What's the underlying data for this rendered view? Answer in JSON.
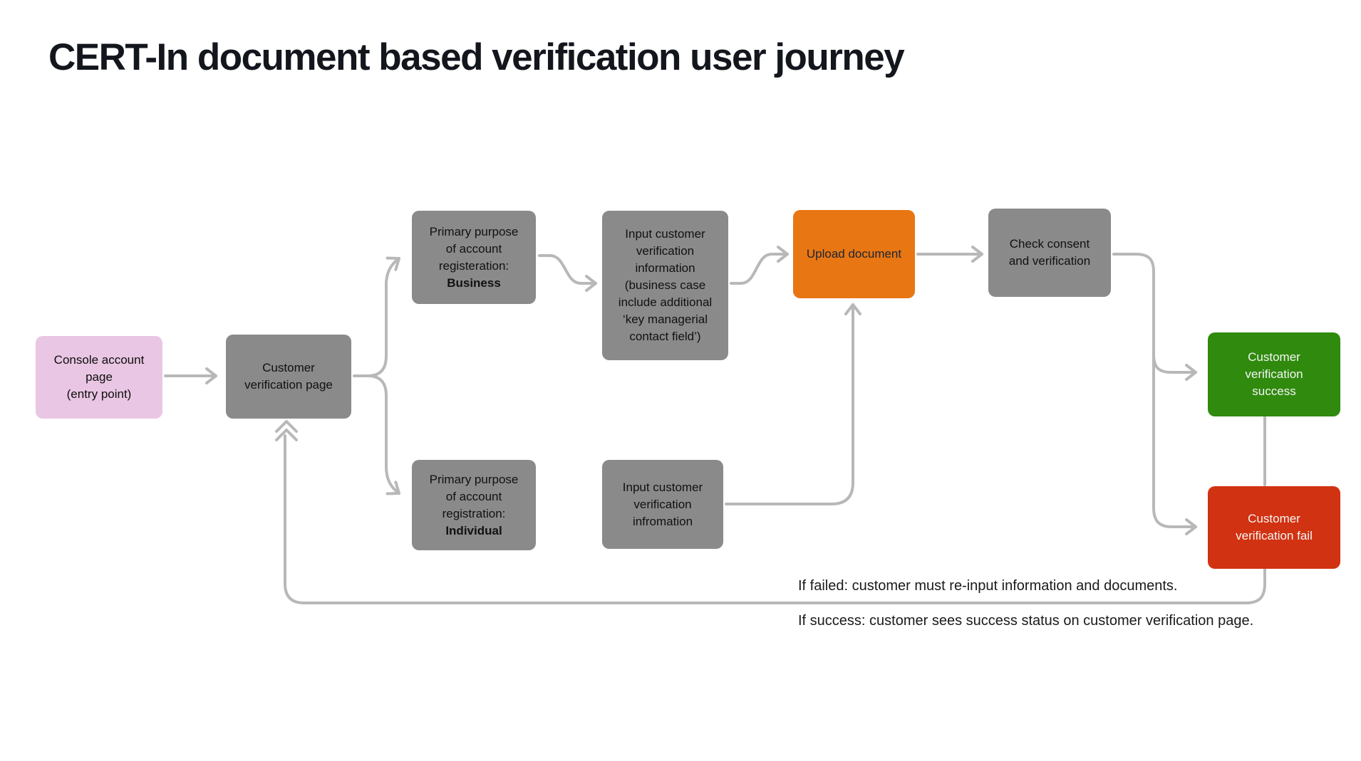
{
  "title": "CERT-In document based verification user journey",
  "colors": {
    "background": "#ffffff",
    "node_gray": "#8a8a8a",
    "node_pink": "#e9c6e3",
    "node_orange": "#e87613",
    "node_green": "#2f8a0d",
    "node_red": "#d13211",
    "connector": "#b8b8b8",
    "title_text": "#13161c"
  },
  "flow": {
    "nodes": {
      "console": {
        "label": "Console account\npage\n(entry point)",
        "color": "#e9c6e3"
      },
      "cvp": {
        "label": "Customer\nverification page",
        "color": "#8a8a8a"
      },
      "business": {
        "label": "Primary purpose\nof account\nregisteration:",
        "bold_label": "Business",
        "color": "#8a8a8a"
      },
      "input_business": {
        "label": "Input customer\nverification\ninformation\n(business case\ninclude additional\n‘key managerial\ncontact field’)",
        "color": "#8a8a8a"
      },
      "upload": {
        "label": "Upload document",
        "color": "#e87613"
      },
      "check": {
        "label": "Check consent\nand verification",
        "color": "#8a8a8a"
      },
      "success": {
        "label": "Customer\nverification\nsuccess",
        "color": "#2f8a0d"
      },
      "fail": {
        "label": "Customer\nverification fail",
        "color": "#d13211"
      },
      "individual": {
        "label": "Primary purpose\nof account\nregistration:",
        "bold_label": "Individual",
        "color": "#8a8a8a"
      },
      "input_individual": {
        "label": "Input customer\nverification\ninfromation",
        "color": "#8a8a8a"
      }
    },
    "notes": {
      "failed": "If failed: customer must re-input information and documents.",
      "success": "If success: customer sees success status on customer verification page."
    }
  }
}
